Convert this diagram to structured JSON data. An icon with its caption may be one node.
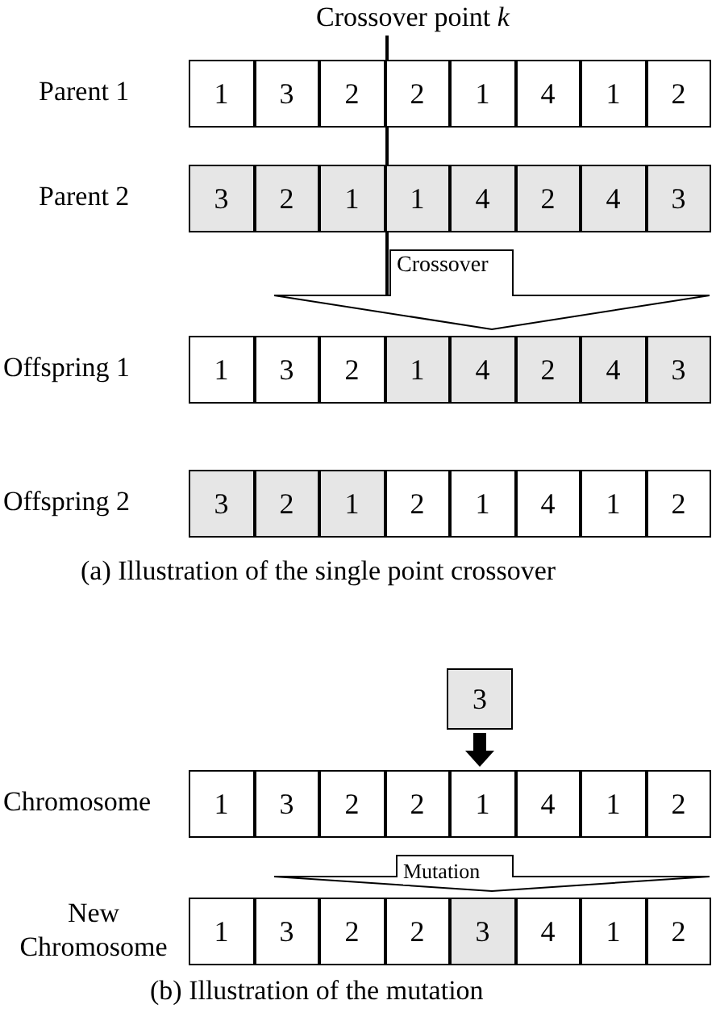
{
  "diagram": {
    "nodes": [
      {
        "text": [
          "Parent 1"
        ]
      },
      {
        "text": [
          "1"
        ],
        "in": 0
      },
      {
        "text": [
          "3"
        ],
        "in": 0
      },
      {
        "text": [
          "2"
        ],
        "in": 0
      },
      {
        "text": [
          "2"
        ],
        "in": 0
      },
      {
        "text": [
          "1"
        ],
        "in": 0
      },
      {
        "text": [
          "4"
        ],
        "in": 0
      },
      {
        "text": [
          "1"
        ],
        "in": 0
      },
      {
        "text": [
          "2"
        ],
        "in": 0
      },
      {
        "text": [
          "Parent 2"
        ]
      },
      {
        "text": [
          "3"
        ],
        "in": 9
      },
      {
        "text": [
          "2"
        ],
        "in": 9
      },
      {
        "text": [
          "1"
        ],
        "in": 9
      },
      {
        "text": [
          "1"
        ],
        "in": 9
      },
      {
        "text": [
          "4"
        ],
        "in": 9
      },
      {
        "text": [
          "2"
        ],
        "in": 9
      },
      {
        "text": [
          "4"
        ],
        "in": 9
      },
      {
        "text": [
          "3"
        ],
        "in": 9
      },
      {
        "text": [
          "Offspring 1"
        ]
      },
      {
        "text": [
          "1"
        ],
        "in": 18
      },
      {
        "text": [
          "3"
        ],
        "in": 18
      },
      {
        "text": [
          "2"
        ],
        "in": 18
      },
      {
        "text": [
          "1"
        ],
        "in": 18
      },
      {
        "text": [
          "4"
        ],
        "in": 18
      },
      {
        "text": [
          "2"
        ],
        "in": 18
      },
      {
        "text": [
          "4"
        ],
        "in": 18
      },
      {
        "text": [
          "3"
        ],
        "in": 18
      },
      {
        "text": [
          "Offspring 2"
        ]
      },
      {
        "text": [
          "3"
        ],
        "in": 27
      },
      {
        "text": [
          "2"
        ],
        "in": 27
      },
      {
        "text": [
          "1"
        ],
        "in": 27
      },
      {
        "text": [
          "2"
        ],
        "in": 27
      },
      {
        "text": [
          "1"
        ],
        "in": 27
      },
      {
        "text": [
          "4"
        ],
        "in": 27
      },
      {
        "text": [
          "1"
        ],
        "in": 27
      },
      {
        "text": [
          "2"
        ],
        "in": 27
      },
      {
        "text": [
          "3"
        ]
      },
      {
        "text": [
          "Chromosome"
        ]
      },
      {
        "text": [
          "1"
        ],
        "in": 37
      },
      {
        "text": [
          "3"
        ],
        "in": 37
      },
      {
        "text": [
          "2"
        ],
        "in": 37
      },
      {
        "text": [
          "2"
        ],
        "in": 37
      },
      {
        "text": [
          "1"
        ],
        "in": 37
      },
      {
        "text": [
          "4"
        ],
        "in": 37
      },
      {
        "text": [
          "1"
        ],
        "in": 37
      },
      {
        "text": [
          "2"
        ],
        "in": 37
      },
      {
        "text": [
          "New Chromosome"
        ]
      },
      {
        "text": [
          "1"
        ],
        "in": 46
      },
      {
        "text": [
          "3"
        ],
        "in": 46
      },
      {
        "text": [
          "2"
        ],
        "in": 46
      },
      {
        "text": [
          "2"
        ],
        "in": 46
      },
      {
        "text": [
          "3"
        ],
        "in": 46
      },
      {
        "text": [
          "4"
        ],
        "in": 46
      },
      {
        "text": [
          "1"
        ],
        "in": 46
      },
      {
        "text": [
          "2"
        ],
        "in": 46
      }
    ],
    "edges": [
      {
        "from": 9,
        "to": 18,
        "arrow": "to",
        "label": "Crossover"
      },
      {
        "from": 36,
        "to": 42,
        "arrow": "to"
      },
      {
        "from": 37,
        "to": 46,
        "arrow": "to",
        "label": "Mutation"
      }
    ],
    "labels": [
      "Crossover point *k*",
      "(a) Illustration of the single point crossover",
      "(b) Illustration of the mutation"
    ]
  }
}
